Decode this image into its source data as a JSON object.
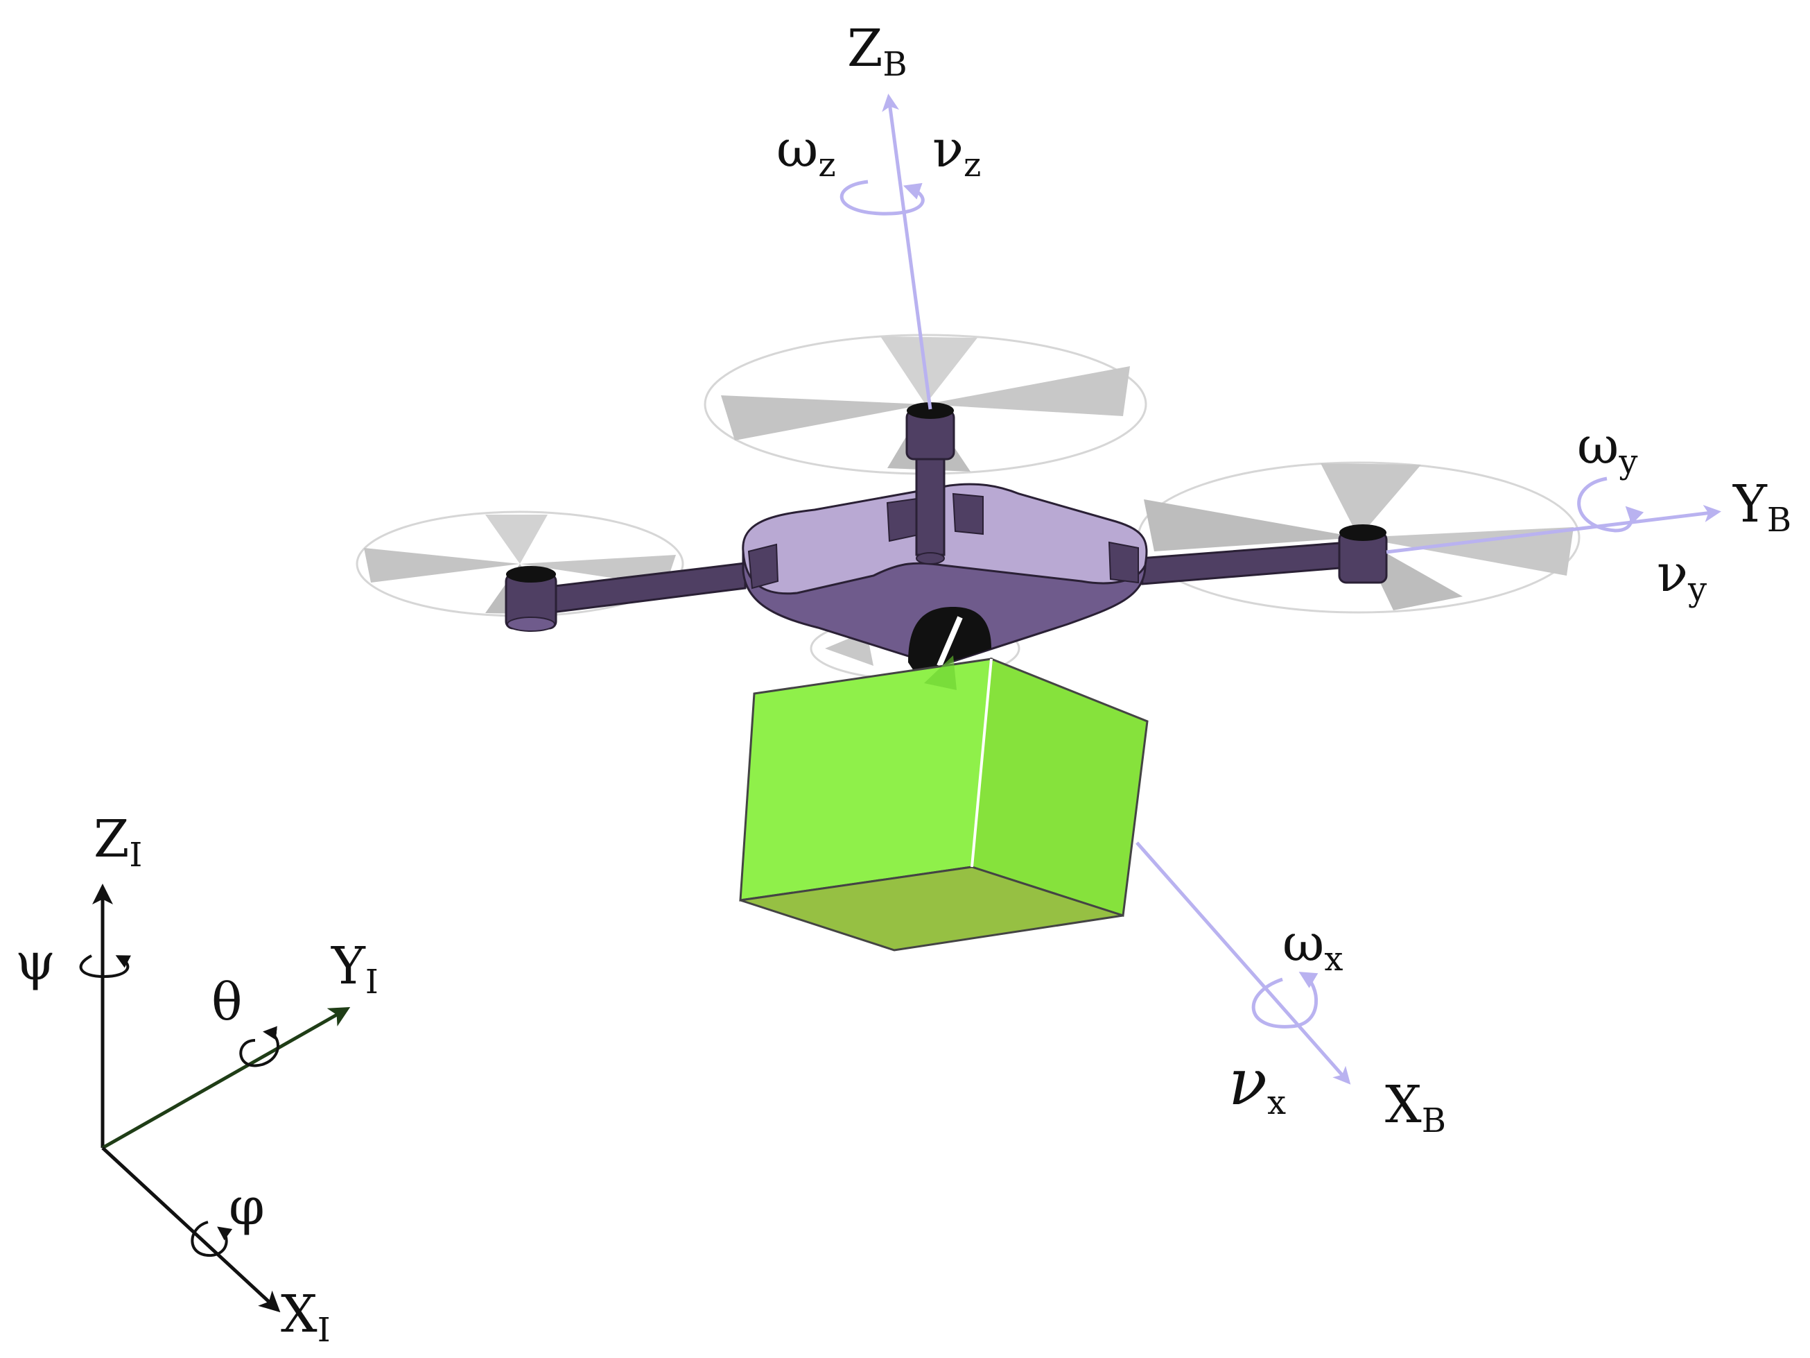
{
  "body_frame": {
    "z": {
      "main": "Z",
      "sub": "B"
    },
    "y": {
      "main": "Y",
      "sub": "B"
    },
    "x": {
      "main": "X",
      "sub": "B"
    }
  },
  "body_rates": {
    "wz": {
      "main": "ω",
      "sub": "z"
    },
    "vz": {
      "main": "ν",
      "sub": "z"
    },
    "wy": {
      "main": "ω",
      "sub": "y"
    },
    "vy": {
      "main": "ν",
      "sub": "y"
    },
    "wx": {
      "main": "ω",
      "sub": "x"
    },
    "vx": {
      "main": "ν",
      "sub": "x"
    }
  },
  "inertial_frame": {
    "z": {
      "main": "Z",
      "sub": "I"
    },
    "y": {
      "main": "Y",
      "sub": "I"
    },
    "x": {
      "main": "X",
      "sub": "I"
    }
  },
  "euler_angles": {
    "psi": "ψ",
    "theta": "θ",
    "phi": "φ"
  },
  "colors": {
    "body_axis": "#b9b2f0",
    "drone_dark": "#4f3f63",
    "drone_light": "#b9a9d3",
    "drone_mid": "#6f5b8c",
    "payload": "#8ff04a",
    "payload_side": "#86e23c",
    "payload_bottom": "#96c043",
    "inertial_dark": "#111111",
    "inertial_green": "#1f3d16"
  }
}
